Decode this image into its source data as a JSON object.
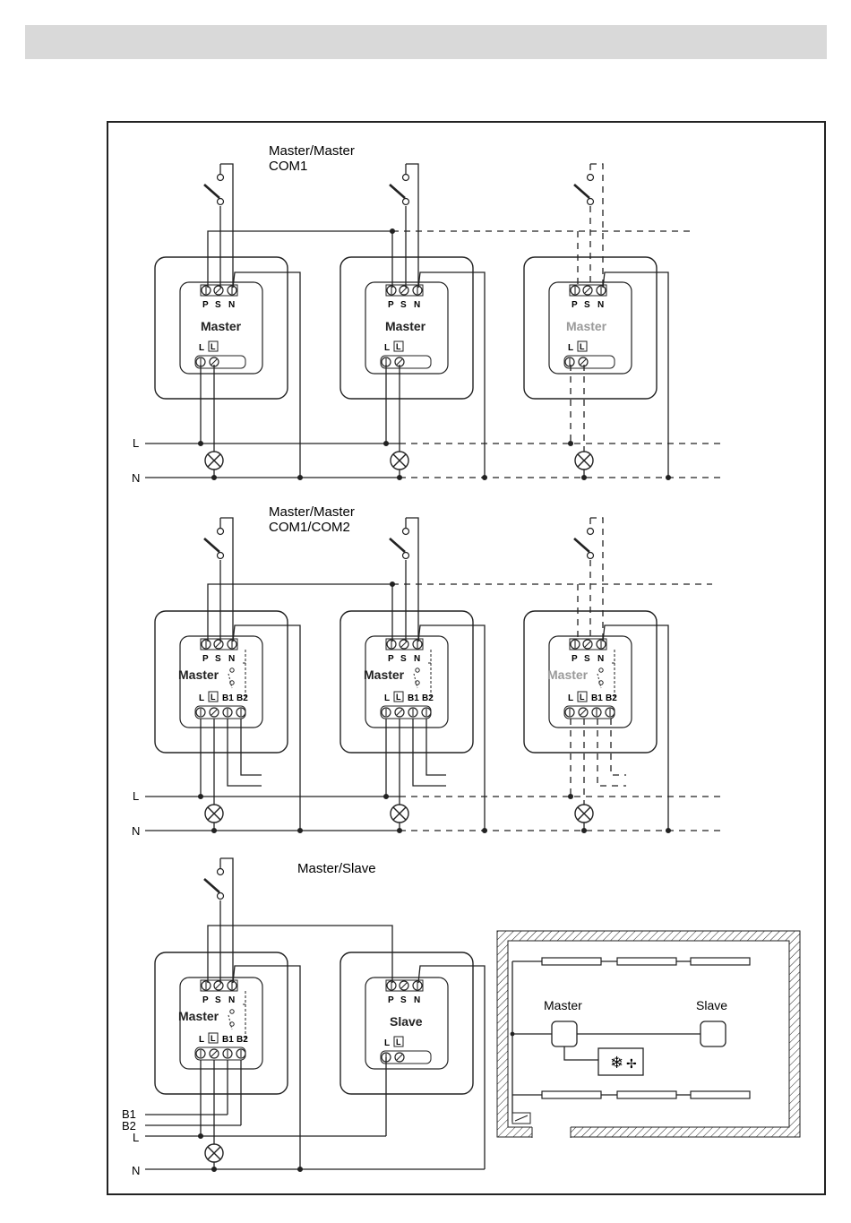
{
  "sections": [
    {
      "title_line1": "Master/Master",
      "title_line2": "COM1",
      "with_b": false
    },
    {
      "title_line1": "Master/Master",
      "title_line2": "COM1/COM2",
      "with_b": true
    },
    {
      "title_line1": "Master/Slave",
      "title_line2": "",
      "with_b": true
    }
  ],
  "terminals": {
    "p": "P",
    "s": "S",
    "n": "N",
    "l": "L",
    "b1": "B1",
    "b2": "B2"
  },
  "device": {
    "master": "Master",
    "slave": "Slave"
  },
  "lines": {
    "l": "L",
    "n": "N",
    "b1": "B1",
    "b2": "B2"
  },
  "room": {
    "master": "Master",
    "slave": "Slave"
  },
  "colors": {
    "line": "#222222",
    "ghost": "#9a9a9a",
    "device_fill": "#ffffff"
  }
}
